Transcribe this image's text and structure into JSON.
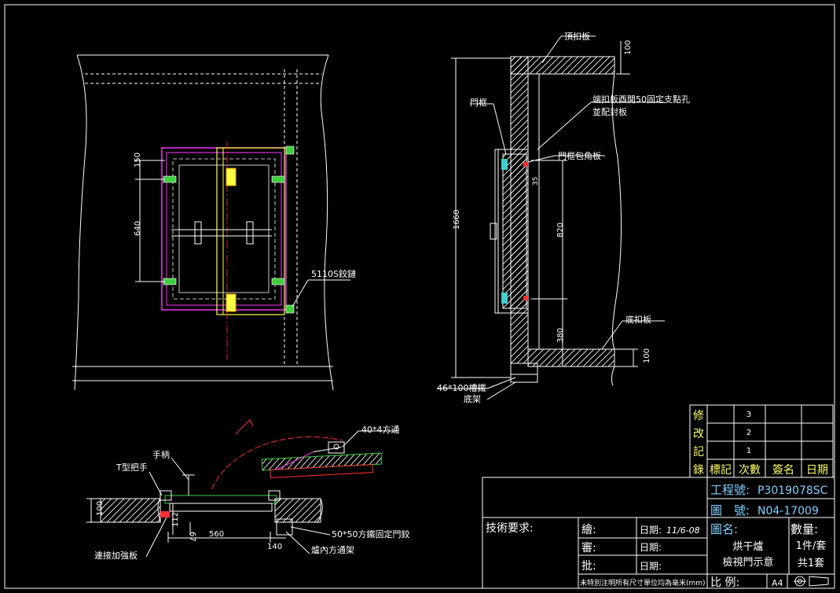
{
  "elevation_view": {
    "dim_150": "150",
    "dim_640": "640",
    "callout_label": "5110S鉸鏈"
  },
  "section_view": {
    "top_plate_label": "頂扣板",
    "door_frame_label": "門框",
    "note_line1": "端扣板酉開50固定支點孔",
    "note_line2": "並配封板",
    "frame_corner_label": "門框包角板",
    "bottom_plate_label": "底扣板",
    "base_line1": "46*100槽鐵",
    "base_line2": "底架",
    "dim_100_top": "100",
    "dim_1660": "1660",
    "dim_35": "35",
    "dim_820": "820",
    "dim_380": "380",
    "dim_100_bottom": "100"
  },
  "plan_view": {
    "label_handle": "手柄",
    "label_t_handle": "T型把手",
    "label_tube": "40*4方通",
    "label_reinforce": "連接加強板",
    "label_hinge": "50*50方鐵固定門鉸",
    "label_inner": "爐內方通架",
    "dim_100": "100",
    "dim_112": "112",
    "dim_67": "67",
    "dim_560": "560",
    "dim_140": "140"
  },
  "revision_table": {
    "side_label": [
      "修",
      "改",
      "記",
      "錄"
    ],
    "rows": [
      "3",
      "2",
      "1"
    ],
    "headers": [
      "標記",
      "次數",
      "簽名",
      "日期"
    ]
  },
  "title_block": {
    "project_label": "工程號:",
    "project_value": "P3019078SC",
    "drawing_label": "圖　號:",
    "drawing_value": "N04-17009",
    "tech_req": "技術要求:",
    "draw_label": "繪:",
    "review_label": "審:",
    "approve_label": "批:",
    "date_label1": "日期:",
    "date_value1": "11/6-08",
    "date_label2": "日期:",
    "date_label3": "日期:",
    "drawing_name_label": "圖名:",
    "drawing_name1": "烘干爐",
    "drawing_name2": "檢視門示意",
    "qty_label": "數量:",
    "qty_value1": "1件/套",
    "qty_value2": "共1套",
    "note": "未特別注明所有尺寸單位均為毫米(mm)",
    "scale_label": "比 例:",
    "paper": "A4"
  }
}
